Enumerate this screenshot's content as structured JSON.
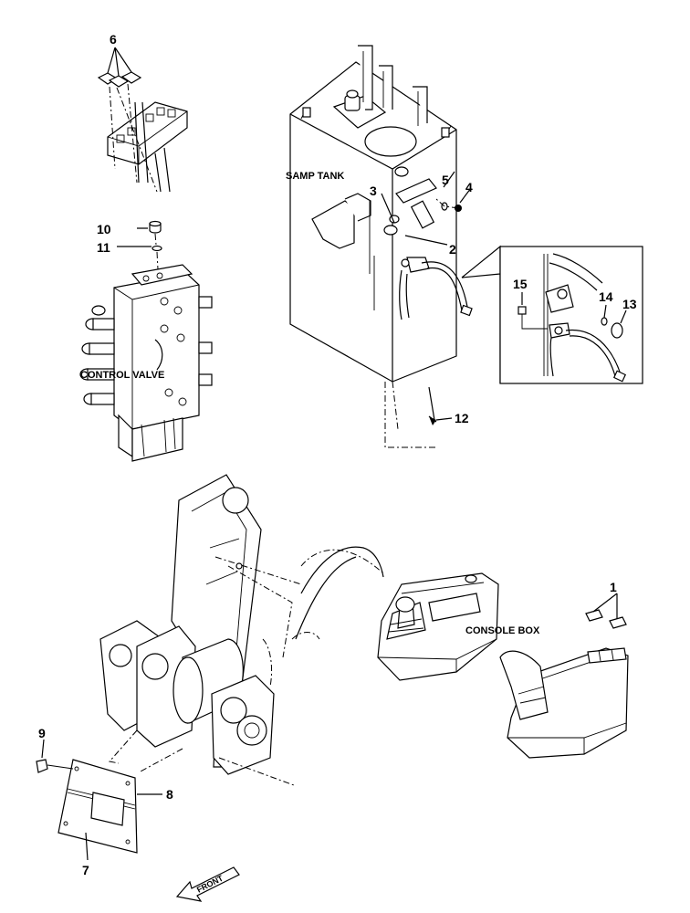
{
  "labels": {
    "samp_tank": "SAMP TANK",
    "control_valve": "CONTROL VALVE",
    "console_box": "CONSOLE BOX",
    "front": "FRONT"
  },
  "callouts": {
    "c1": "1",
    "c2": "2",
    "c3": "3",
    "c4": "4",
    "c5": "5",
    "c6": "6",
    "c7": "7",
    "c8": "8",
    "c9": "9",
    "c10": "10",
    "c11": "11",
    "c12": "12",
    "c13": "13",
    "c14": "14",
    "c15": "15"
  }
}
